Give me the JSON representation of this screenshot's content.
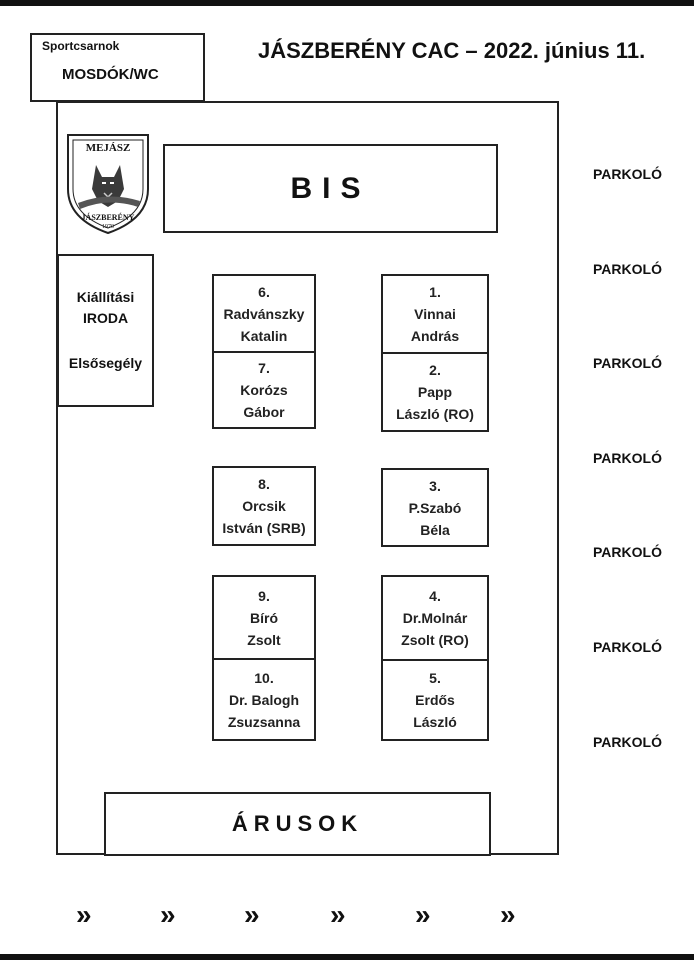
{
  "header": {
    "title": "JÁSZBERÉNY CAC – 2022. június 11."
  },
  "restroom_box": {
    "line1": "Sportcsarnok",
    "line2": "MOSDÓK/WC"
  },
  "logo": {
    "top_text": "MEJÁSZ",
    "bottom_text": "JÁSZBERÉNY",
    "year": "1970"
  },
  "bis_label": "BIS",
  "office": {
    "line1": "Kiállítási",
    "line2": "IRODA",
    "line3": "Elsősegély"
  },
  "rings": [
    {
      "number": "1.",
      "line1": "Vinnai",
      "line2": "András"
    },
    {
      "number": "2.",
      "line1": "Papp",
      "line2": "László (RO)"
    },
    {
      "number": "3.",
      "line1": "P.Szabó",
      "line2": "Béla"
    },
    {
      "number": "4.",
      "line1": "Dr.Molnár",
      "line2": "Zsolt (RO)"
    },
    {
      "number": "5.",
      "line1": "Erdős",
      "line2": "László"
    },
    {
      "number": "6.",
      "line1": "Radvánszky",
      "line2": "Katalin"
    },
    {
      "number": "7.",
      "line1": "Korózs",
      "line2": "Gábor"
    },
    {
      "number": "8.",
      "line1": "Orcsik",
      "line2": "István (SRB)"
    },
    {
      "number": "9.",
      "line1": "Bíró",
      "line2": "Zsolt"
    },
    {
      "number": "10.",
      "line1": "Dr. Balogh",
      "line2": "Zsuzsanna"
    }
  ],
  "vendors_label": "ÁRUSOK",
  "parking": [
    "PARKOLÓ",
    "PARKOLÓ",
    "PARKOLÓ",
    "PARKOLÓ",
    "PARKOLÓ",
    "PARKOLÓ",
    "PARKOLÓ"
  ],
  "arrows": [
    "»",
    "»",
    "»",
    "»",
    "»",
    "»"
  ]
}
